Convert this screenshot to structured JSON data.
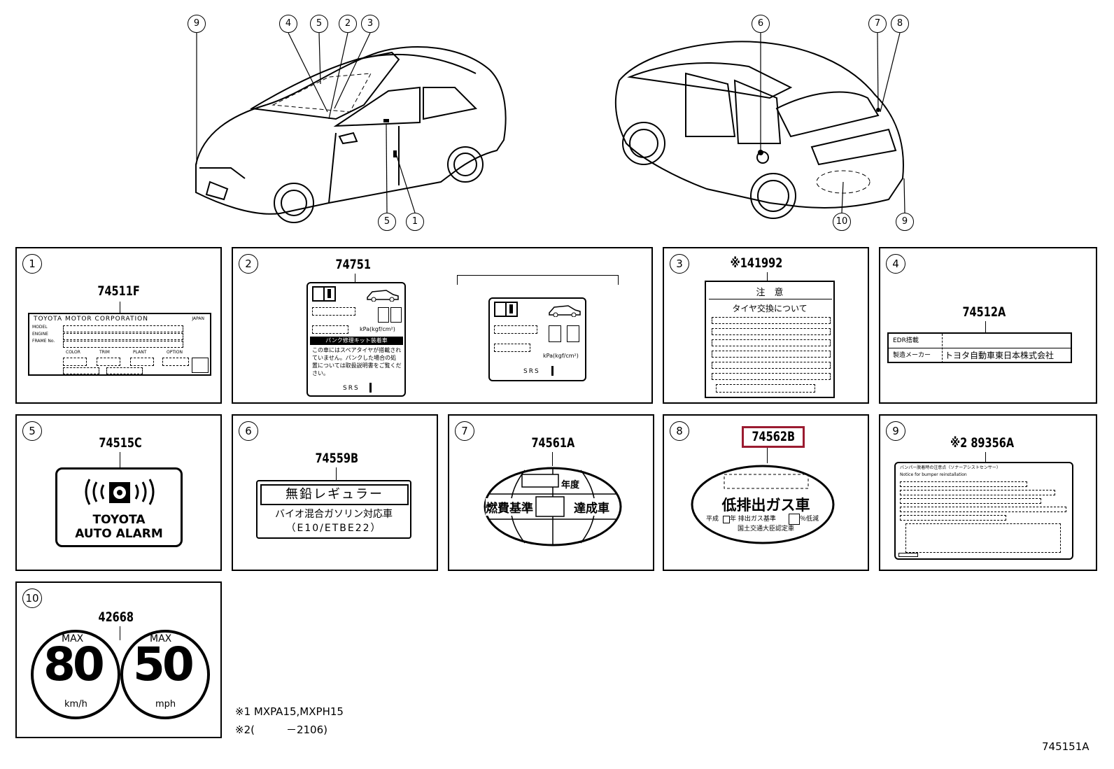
{
  "overview": {
    "front_callouts": [
      "9",
      "4",
      "5",
      "2",
      "3",
      "5",
      "1"
    ],
    "rear_callouts": [
      "6",
      "7",
      "8",
      "10",
      "9"
    ]
  },
  "panels": [
    {
      "num": "1",
      "part": "74511F",
      "label": {
        "header": "TOYOTA MOTOR CORPORATION",
        "country": "JAPAN",
        "rows": [
          "MODEL",
          "ENGINE",
          "FRAME No."
        ],
        "cols": [
          "COLOR",
          "TRIM",
          "PLANT",
          "OPTION"
        ]
      }
    },
    {
      "num": "2",
      "part": "74751",
      "label": {
        "unit": "kPa(kgf/cm²)",
        "banner": "パンク修理キット装着車",
        "text": "この車にはスペアタイヤが搭載されていません。パンクした場合の処置については取扱説明書をご覧ください。",
        "srs": "SRS"
      },
      "alt_label": {
        "unit": "kPa(kgf/cm²)",
        "srs": "SRS"
      }
    },
    {
      "num": "3",
      "part": "※141992",
      "label": {
        "title": "注　意",
        "subtitle": "タイヤ交換について"
      }
    },
    {
      "num": "4",
      "part": "74512A",
      "label": {
        "row1_key": "EDR搭載",
        "row2_key": "製造メーカー",
        "row2_val": "トヨタ自動車東日本株式会社"
      }
    },
    {
      "num": "5",
      "part": "74515C",
      "label": {
        "line1": "TOYOTA",
        "line2": "AUTO ALARM"
      }
    },
    {
      "num": "6",
      "part": "74559B",
      "label": {
        "line1": "無鉛レギュラー",
        "line2": "バイオ混合ガソリン対応車",
        "line3": "（E10/ETBE22）"
      }
    },
    {
      "num": "7",
      "part": "74561A",
      "label": {
        "year": "年度",
        "left": "燃費基準",
        "right": "達成車"
      }
    },
    {
      "num": "8",
      "part": "74562B",
      "label": {
        "main": "低排出ガス車",
        "sub1": "平成",
        "sub2": "年 排出ガス基準",
        "sub3": "％低減",
        "sub4": "国土交通大臣認定車"
      }
    },
    {
      "num": "9",
      "part": "※2 89356A",
      "label": {
        "line1": "バンパー脱着時の注意点（ソナーアシストセンサー）",
        "line2": "Notice for bumper reinstallation"
      }
    },
    {
      "num": "10",
      "part": "42668",
      "label": {
        "left_top": "MAX",
        "left_val": "80",
        "left_unit": "km/h",
        "right_top": "MAX",
        "right_val": "50",
        "right_unit": "mph"
      }
    }
  ],
  "notes": [
    "※1 MXPA15,MXPH15",
    "※2(　　　－2106)"
  ],
  "diagram_id": "745151A",
  "highlight_color": "#9b1b30"
}
